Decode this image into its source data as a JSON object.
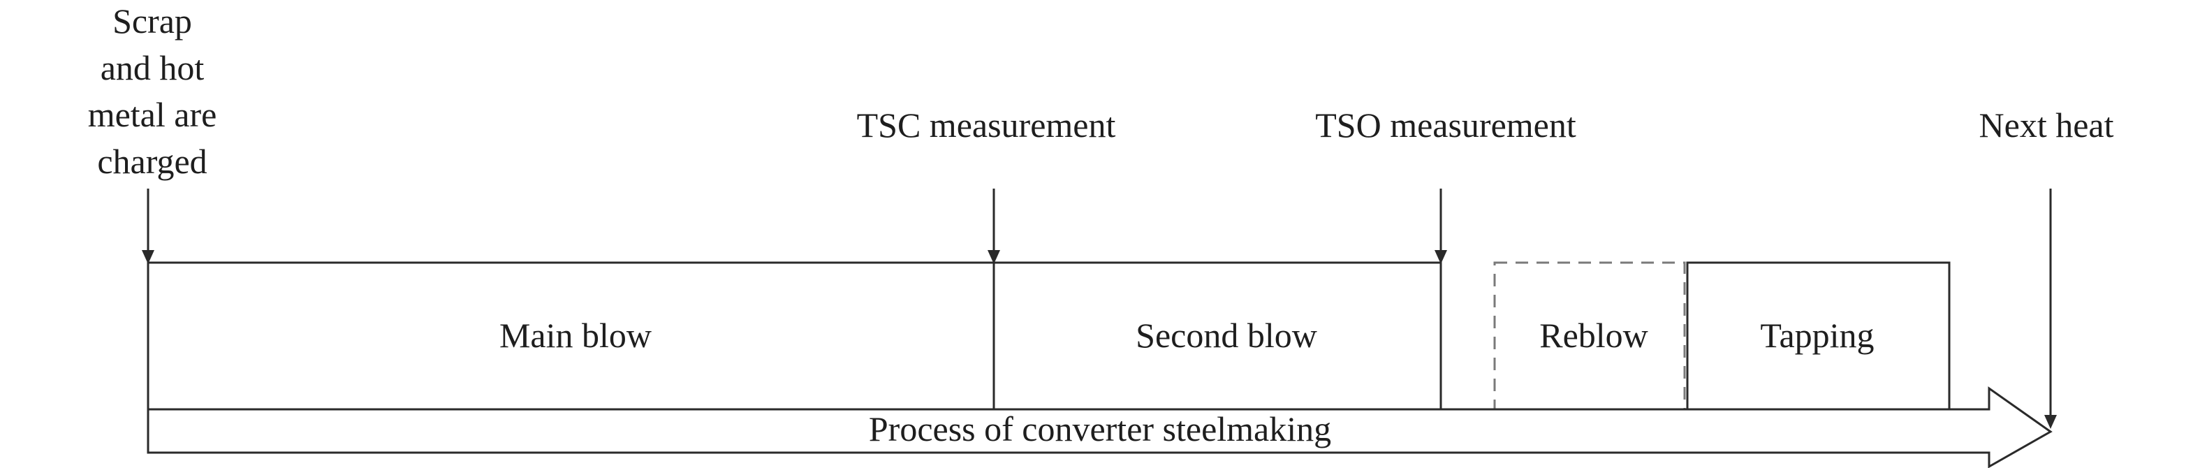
{
  "events": {
    "charge_lines": [
      "Scrap",
      "and hot",
      "metal are",
      "charged"
    ],
    "tsc": "TSC measurement",
    "tso": "TSO measurement",
    "next": "Next heat"
  },
  "stages": {
    "main": "Main blow",
    "second": "Second blow",
    "reblow": "Reblow",
    "tapping": "Tapping"
  },
  "process_label": "Process of converter steelmaking"
}
